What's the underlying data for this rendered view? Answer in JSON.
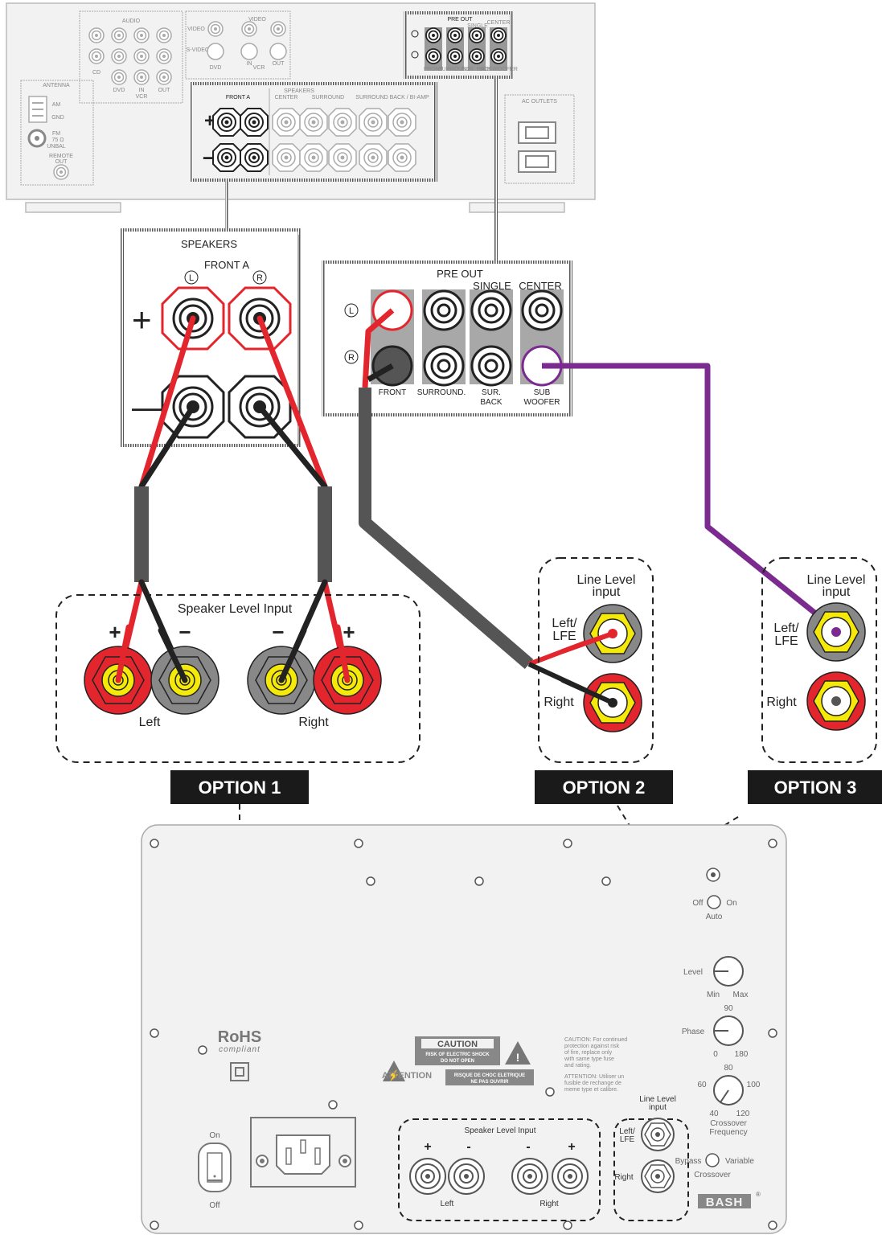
{
  "receiver": {
    "audio": "AUDIO",
    "cd": "CD",
    "dvd": "DVD",
    "in": "IN",
    "out": "OUT",
    "vcr": "VCR",
    "video_top": "VIDEO",
    "video": "VIDEO",
    "s_video": "S-VIDEO",
    "video_dvd": "DVD",
    "video_in": "IN",
    "video_vcr": "VCR",
    "video_out": "OUT",
    "antenna": "ANTENNA",
    "am": "AM",
    "gnd": "GND",
    "fm": "FM",
    "fm_ohm": "75 Ω",
    "unbal": "UNBAL",
    "remote": "REMOTE",
    "remote_out": "OUT",
    "speakers": "SPEAKERS",
    "front_a": "FRONT A",
    "center": "CENTER",
    "surround": "SURROUND",
    "surround_back": "SURROUND BACK / BI-AMP",
    "pre_out": "PRE OUT",
    "single": "SINGLE",
    "center_po": "CENTER",
    "front_po": "FRONT",
    "surround_po": "SURROUND.",
    "sur_back_po": "SUR. BACK",
    "sub_woofer_po": "SUB WOOFER",
    "ac_outlets": "AC OUTLETS"
  },
  "speakers_detail": {
    "title": "SPEAKERS",
    "subtitle": "FRONT A",
    "left": "L",
    "right": "R",
    "plus": "+",
    "minus": "—"
  },
  "preout_detail": {
    "title": "PRE OUT",
    "left": "L",
    "right": "R",
    "single": "SINGLE",
    "center": "CENTER",
    "front": "FRONT",
    "surround": "SURROUND.",
    "sur": "SUR.",
    "back": "BACK",
    "sub": "SUB",
    "woofer": "WOOFER"
  },
  "option1": {
    "label": "OPTION 1",
    "title": "Speaker Level Input",
    "plus": "+",
    "minus": "−",
    "left": "Left",
    "right": "Right"
  },
  "option2": {
    "label": "OPTION 2",
    "title_line1": "Line Level",
    "title_line2": "input",
    "lfe_line1": "Left/",
    "lfe_line2": "LFE",
    "right": "Right"
  },
  "option3": {
    "label": "OPTION 3",
    "title_line1": "Line Level",
    "title_line2": "input",
    "lfe_line1": "Left/",
    "lfe_line2": "LFE",
    "right": "Right"
  },
  "amp": {
    "off": "Off",
    "on": "On",
    "auto": "Auto",
    "level": "Level",
    "min": "Min",
    "max": "Max",
    "phase": "Phase",
    "phase_90": "90",
    "phase_0": "0",
    "phase_180": "180",
    "xo_80": "80",
    "xo_60": "60",
    "xo_100": "100",
    "xo_40": "40",
    "xo_120": "120",
    "crossover_freq_line1": "Crossover",
    "crossover_freq_line2": "Frequency",
    "bypass": "Bypass",
    "variable": "Variable",
    "crossover": "Crossover",
    "rohs": "RoHS",
    "compliant": "compliant",
    "caution": "CAUTION",
    "caution_line1": "RISK OF ELECTRIC SHOCK",
    "caution_line2": "DO NOT OPEN",
    "attention": "ATTENTION",
    "attention_line1": "RISQUE DE CHOC ELETRIQUE",
    "attention_line2": "NE PAS OUVRIR",
    "caution_text_1": "CAUTION: For continued",
    "caution_text_2": "protection against risk",
    "caution_text_3": "of fire, replace only",
    "caution_text_4": "with same type fuse",
    "caution_text_5": "and rating.",
    "attention_text_1": "ATTENTION: Utiliser un",
    "attention_text_2": "fusible de rechange de",
    "attention_text_3": "meme type et calibre.",
    "power_on": "On",
    "power_off": "Off",
    "speaker_level": "Speaker Level Input",
    "sl_plus": "+",
    "sl_minus": "-",
    "sl_left": "Left",
    "sl_right": "Right",
    "line_level_1": "Line Level",
    "line_level_2": "input",
    "ll_lfe_1": "Left/",
    "ll_lfe_2": "LFE",
    "ll_right": "Right",
    "brand": "BASH",
    "registered": "®"
  }
}
